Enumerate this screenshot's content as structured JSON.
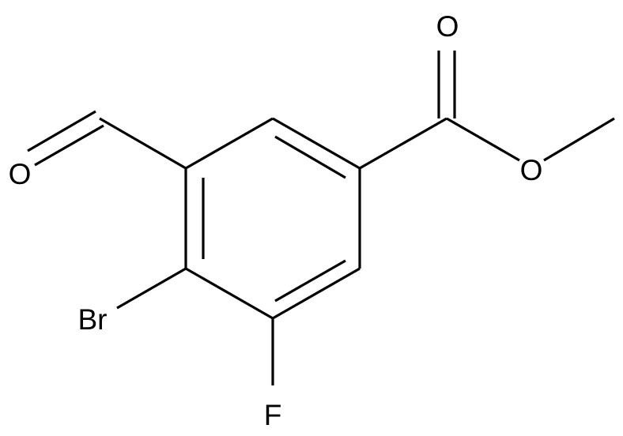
{
  "structure": {
    "atoms": {
      "O_carbonyl_ester": "O",
      "O_ester": "O",
      "O_aldehyde": "O",
      "Br": "Br",
      "F": "F"
    }
  },
  "colors": {
    "bond": "#000000",
    "label": "#000000",
    "background": "#ffffff"
  }
}
